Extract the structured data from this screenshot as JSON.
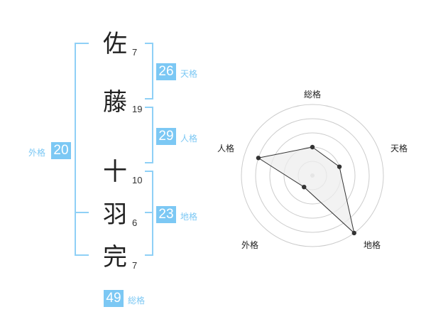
{
  "name": {
    "chars": [
      {
        "char": "佐",
        "strokes": "7"
      },
      {
        "char": "藤",
        "strokes": "19"
      },
      {
        "char": "十",
        "strokes": "10"
      },
      {
        "char": "羽",
        "strokes": "6"
      },
      {
        "char": "完",
        "strokes": "7"
      }
    ]
  },
  "fortune": {
    "tenkaku": {
      "value": "26",
      "label": "天格"
    },
    "jinkaku": {
      "value": "29",
      "label": "人格"
    },
    "chikaku": {
      "value": "23",
      "label": "地格"
    },
    "gaikaku": {
      "value": "20",
      "label": "外格"
    },
    "soukaku": {
      "value": "49",
      "label": "総格"
    }
  },
  "chart_data": {
    "type": "radar",
    "axes": [
      "総格",
      "天格",
      "地格",
      "外格",
      "人格"
    ],
    "values": [
      2,
      2,
      5,
      1,
      4
    ],
    "max": 5,
    "grid": true
  },
  "colors": {
    "accent": "#7cc8f4",
    "bracket": "#8fd0f6",
    "radar_fill": "#eeeeee",
    "grid": "#cccccc"
  }
}
